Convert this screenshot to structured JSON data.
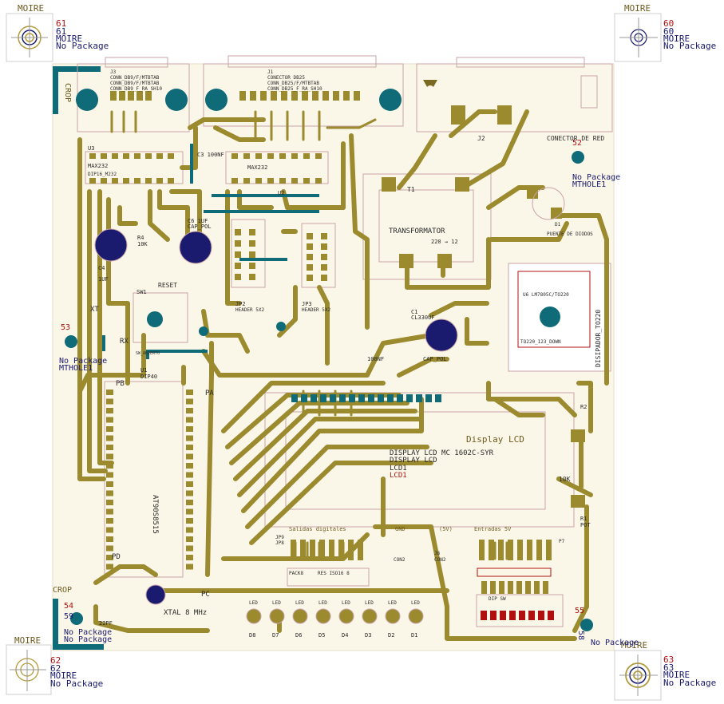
{
  "colors": {
    "background": "#ffffff",
    "board": "#fbf7e8",
    "trace": "#9b8a2e",
    "trace_dark": "#7d6f22",
    "via": "#0f6b78",
    "silk": "#c8a3a8",
    "label_blue": "#1a1a6e",
    "label_red": "#b01010"
  },
  "moire_markers": [
    {
      "num_a": "61",
      "num_b": "61",
      "name": "MOIRE",
      "pkg": "No Package"
    },
    {
      "num_a": "60",
      "num_b": "60",
      "name": "MOIRE",
      "pkg": "No Package"
    },
    {
      "num_a": "62",
      "num_b": "62",
      "name": "MOIRE",
      "pkg": "No Package"
    },
    {
      "num_a": "63",
      "num_b": "63",
      "name": "MOIRE",
      "pkg": "No Package"
    }
  ],
  "moire_title": "MOIRE",
  "crop_labels": [
    "CROP",
    "CROP"
  ],
  "mounting_holes": [
    {
      "num": "52",
      "pkg": "No Package",
      "name": "MTHOLE1"
    },
    {
      "num": "53",
      "pkg": "No Package",
      "name": "MTHOLE1"
    },
    {
      "num": "54",
      "num_b": "59",
      "pkg": "No Package",
      "pkg_b": "No Package"
    },
    {
      "num": "55",
      "num_b": "58",
      "pkg": "No Package"
    }
  ],
  "connectors": {
    "j3": {
      "ref": "J3",
      "lines": [
        "CONN_DB9/F/MTBTAB",
        "CONN_DB9/F/MTBTAB",
        "CONN_DB9_F_RA_SH10"
      ]
    },
    "j1": {
      "ref": "J1",
      "lines": [
        "CONECTOR DB25",
        "CONN_DB25/F/MTBTAB",
        "CONN_DB25_F_RA_SH10"
      ]
    },
    "j2": {
      "ref": "J2",
      "name": "CONECTOR DE RED"
    }
  },
  "parts": {
    "transformer": "TRANSFORMATOR",
    "transformer_ref": "T1",
    "transformer_val": "220 → 12",
    "bridge": "PUENTE DE DIODOS",
    "bridge_ref": "D1",
    "regulator": "U6 LM7805C/TO220",
    "regulator_pkg": "TO220_123_DOWN",
    "heatsink": "DISIPADOR_TO220",
    "cap_c1": "C1",
    "cap_c1_val": "CL330UF",
    "cap_pol": "CAP_POL",
    "cap_100nf": "100NF",
    "cap_c3": "C3 100NF",
    "cap_c4": "C4",
    "cap_c4_val": "1UF",
    "cap_c6": "C6 1UF",
    "cap_c6_val": "CAP_POL",
    "res_r4": "R4",
    "res_r4_val": "10K",
    "reset": "RESET",
    "sw1": "SW1",
    "reset_sub": "SW_ABIERTO",
    "mcu": "AT90S8515",
    "mcu_ref": "U1",
    "mcu_pkg": "DIP40",
    "max232": "U3",
    "max232_name": "MAX232",
    "max232_pkg": "DIP16_M232",
    "u2": "U2",
    "u2_name": "MAX232",
    "header_jp": "HEADER 5X2",
    "header_jp2": "JP2",
    "header_jp3": "JP3",
    "header_jp3_name": "HEADER 5X2",
    "xt": "XT",
    "rx": "RX",
    "crystal": "XTAL 8 MHz",
    "cap_22pf": "22PF",
    "pot_r1": "R1",
    "pot_r1_name": "POT",
    "pot_r2": "R2",
    "pot_r2_val": "10K",
    "lcd_ref": "DISPLAY LCD MC 1602C-SYR",
    "lcd_name": "DISPLAY LCD",
    "lcd_ref2": "LCD1",
    "lcd_ref3": "LCD1",
    "lcd_mirror": "Display LCD",
    "salidas": "Salidas digitales",
    "entradas": "Entradas 5V",
    "gnd": "GND",
    "vcc": "(5V)",
    "pack8": "RES ISO16 8",
    "pack8_ref": "PACK8",
    "port_pa": "PA",
    "port_pb": "PB",
    "port_pc": "PC",
    "port_pd": "PD",
    "leds": [
      "D8",
      "D7",
      "D6",
      "D5",
      "D4",
      "D3",
      "D2",
      "D1"
    ],
    "led_word": "LED",
    "dip": "DIP SW",
    "con2": "CON2",
    "con2b": "CON2",
    "con2_ref": "J6",
    "jp8": "JP8",
    "jp9": "JP9",
    "p7": "P7"
  }
}
